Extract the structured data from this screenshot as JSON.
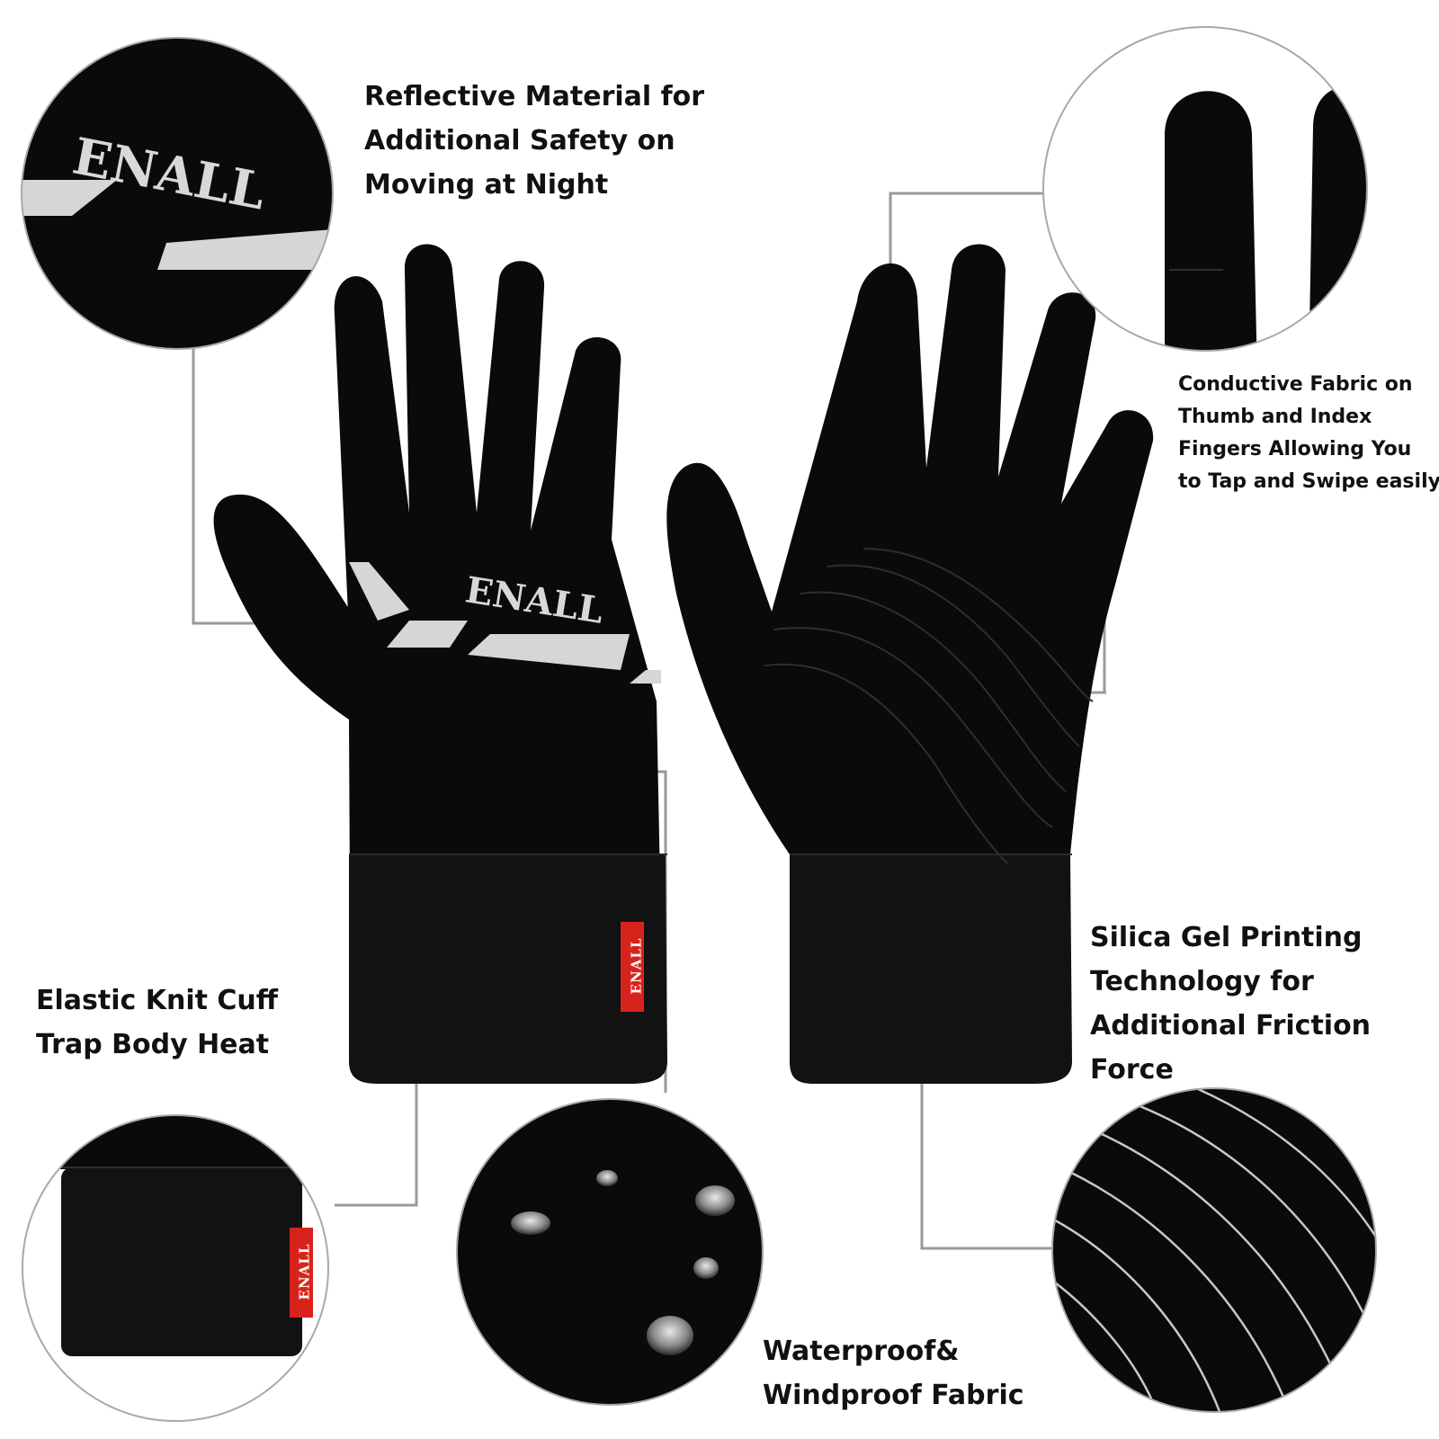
{
  "brand": {
    "text": "ENALL"
  },
  "features": {
    "reflective": [
      "Reflective Material for",
      "Additional Safety on",
      "Moving at Night"
    ],
    "conductive": [
      "Conductive Fabric on",
      "Thumb and Index",
      "Fingers Allowing You",
      "to Tap and Swipe easily"
    ],
    "silica": [
      "Silica Gel Printing",
      "Technology for",
      "Additional Friction",
      "Force"
    ],
    "cuff": [
      "Elastic Knit Cuff",
      "Trap Body Heat"
    ],
    "waterproof": [
      "Waterproof&",
      "Windproof Fabric"
    ]
  },
  "colors": {
    "glove": "#0a0a0a",
    "reflective_strip": "#d6d6d6",
    "leader_line": "#9a9a9a",
    "tag_red": "#d8231c",
    "circle_border": "#a8a8a8"
  }
}
